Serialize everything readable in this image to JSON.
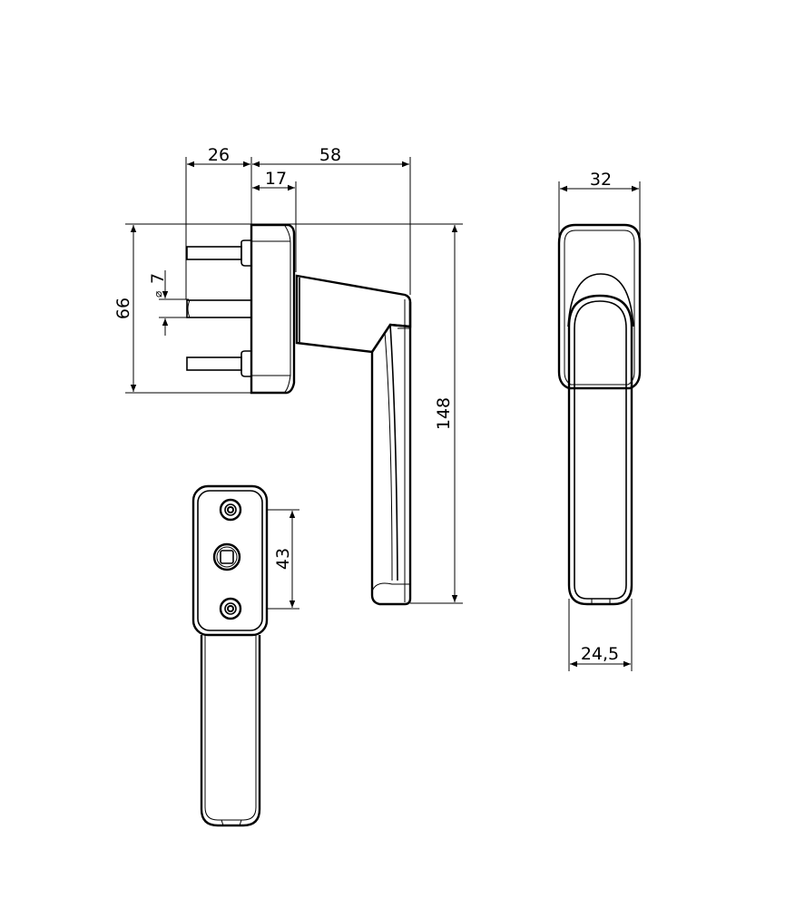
{
  "drawing": {
    "subject": "Window handle technical drawing",
    "units": "mm",
    "background": "#ffffff",
    "line_color": "#000000"
  },
  "side_view": {
    "dimensions": {
      "rose_to_pins_depth": "26",
      "total_projection": "58",
      "rose_depth": "17",
      "rose_height": "66",
      "spindle_diameter_symbol": "⌀",
      "spindle_diameter": "7",
      "total_length": "148"
    }
  },
  "back_view": {
    "dimensions": {
      "screw_spacing": "43"
    }
  },
  "front_view": {
    "dimensions": {
      "rose_width": "32",
      "grip_width": "24,5"
    }
  }
}
